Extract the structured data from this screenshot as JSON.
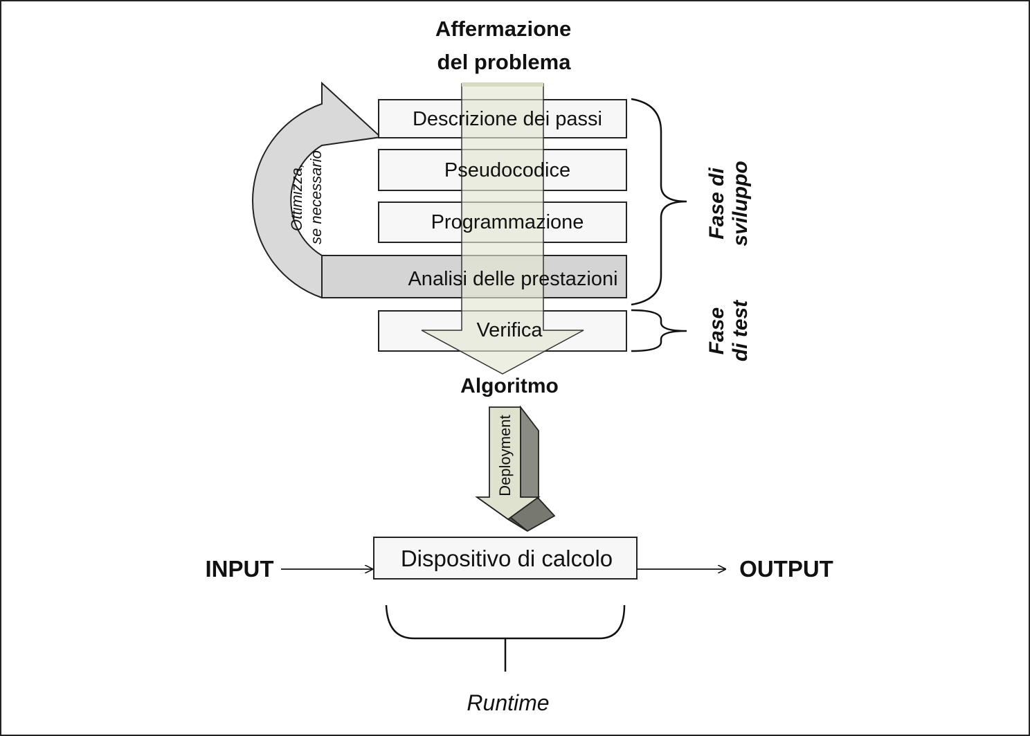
{
  "title_line1": "Affermazione",
  "title_line2": "del problema",
  "steps": [
    "Descrizione dei passi",
    "Pseudocodice",
    "Programmazione",
    "Analisi delle prestazioni",
    "Verifica"
  ],
  "loop_line1": "Ottimizza,",
  "loop_line2": "se necessario",
  "dev_phase_line1": "Fase di",
  "dev_phase_line2": "sviluppo",
  "test_phase_line1": "Fase",
  "test_phase_line2": "di test",
  "algorithm": "Algoritmo",
  "deployment": "Deployment",
  "device": "Dispositivo di calcolo",
  "input": "INPUT",
  "output": "OUTPUT",
  "runtime": "Runtime",
  "colors": {
    "step_fill": "#f7f7f7",
    "loop_arrow": "#d9d9d9",
    "main_arrow": "#e3e6d2",
    "deploy_front": "#dfe2cf",
    "deploy_side": "#8a8c84"
  }
}
